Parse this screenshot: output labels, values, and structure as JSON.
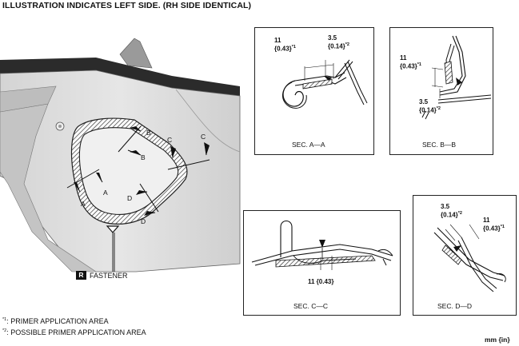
{
  "header": "ILLUSTRATION INDICATES LEFT SIDE. (RH SIDE IDENTICAL)",
  "section_labels": {
    "a": "A",
    "b": "B",
    "c": "C",
    "d": "D"
  },
  "fastener": {
    "badge": "R",
    "label": "FASTENER"
  },
  "sections": {
    "aa": {
      "caption": "SEC. A—A",
      "dim1": "11",
      "dim1_in": "{0.43}",
      "dim1_mark": "*1",
      "dim2": "3.5",
      "dim2_in": "{0.14}",
      "dim2_mark": "*2"
    },
    "bb": {
      "caption": "SEC. B—B",
      "dim1": "11",
      "dim1_in": "{0.43}",
      "dim1_mark": "*1",
      "dim2": "3.5",
      "dim2_in": "{0.14}",
      "dim2_mark": "*2"
    },
    "cc": {
      "caption": "SEC. C—C",
      "dim1": "11 {0.43}"
    },
    "dd": {
      "caption": "SEC. D—D",
      "dim1": "11",
      "dim1_in": "{0.43}",
      "dim1_mark": "*1",
      "dim2": "3.5",
      "dim2_in": "{0.14}",
      "dim2_mark": "*2"
    }
  },
  "notes": [
    {
      "mark": "*1",
      "text": ":  PRIMER APPLICATION AREA"
    },
    {
      "mark": "*2",
      "text": ":  POSSIBLE PRIMER APPLICATION AREA"
    }
  ],
  "unit": "mm {in}"
}
